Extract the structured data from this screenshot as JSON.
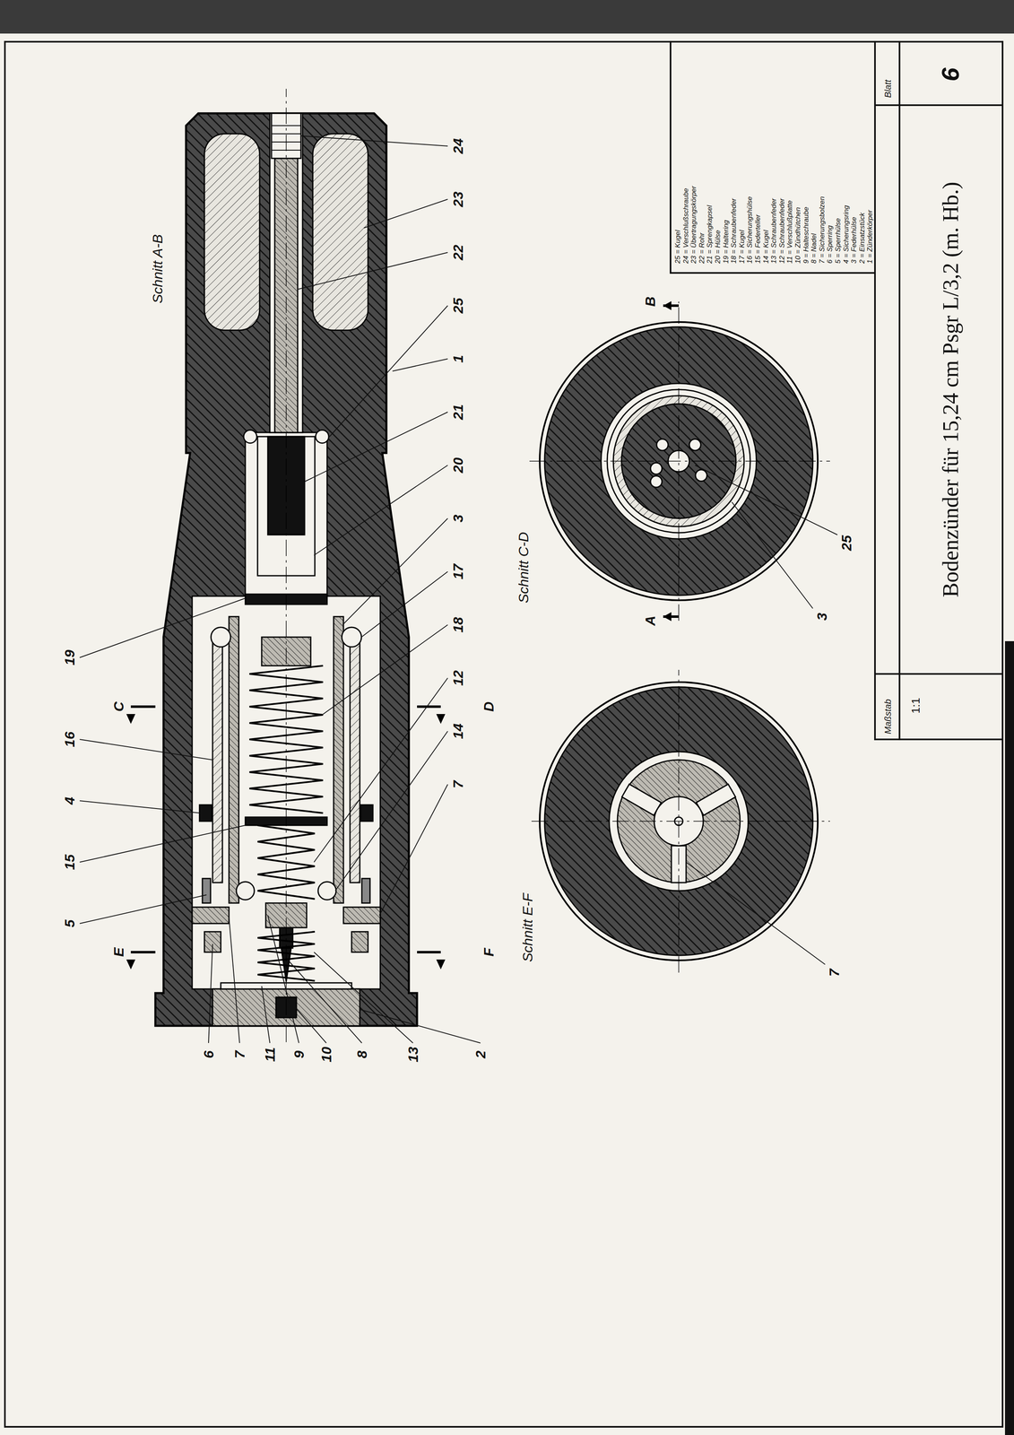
{
  "diagram": {
    "title": "Bodenzünder für 15,24 cm Psgr L/3,2 (m. Hb.)",
    "labels": [
      "Schnitt A-B",
      "Schnitt C-D",
      "Schnitt E-F",
      "A",
      "B",
      "C",
      "D",
      "E",
      "F",
      "24",
      "23",
      "22",
      "25",
      "1",
      "21",
      "20",
      "3",
      "17",
      "18",
      "12",
      "14",
      "7",
      "19",
      "16",
      "4",
      "15",
      "5",
      "6",
      "7",
      "11",
      "9",
      "10",
      "8",
      "13",
      "2",
      "3",
      "25",
      "7",
      "25 = Kugel",
      "24 = Verschlußschraube",
      "23 = Übertragungskörper",
      "22 = Rohr",
      "21 = Sprengkapsel",
      "20 = Hülse",
      "19 = Haltering",
      "18 = Schraubenfeder",
      "17 = Kugel",
      "16 = Sicherungshülse",
      "15 = Federteller",
      "14 = Kugel",
      "13 = Schraubenfeder",
      "12 = Schraubenfeder",
      "11 = Verschlußplatte",
      "10 = Zündhütchen",
      "9 = Halteschraube",
      "8 = Nadel",
      "7 = Sicherungsbolzen",
      "6 = Sperring",
      "5 = Sperrhülse",
      "4 = Sicherungsring",
      "3 = Federhülse",
      "2 = Einsatzstück",
      "1 = Zünderkörper",
      "Maßstab",
      "1:1",
      "Blatt",
      "6"
    ]
  }
}
